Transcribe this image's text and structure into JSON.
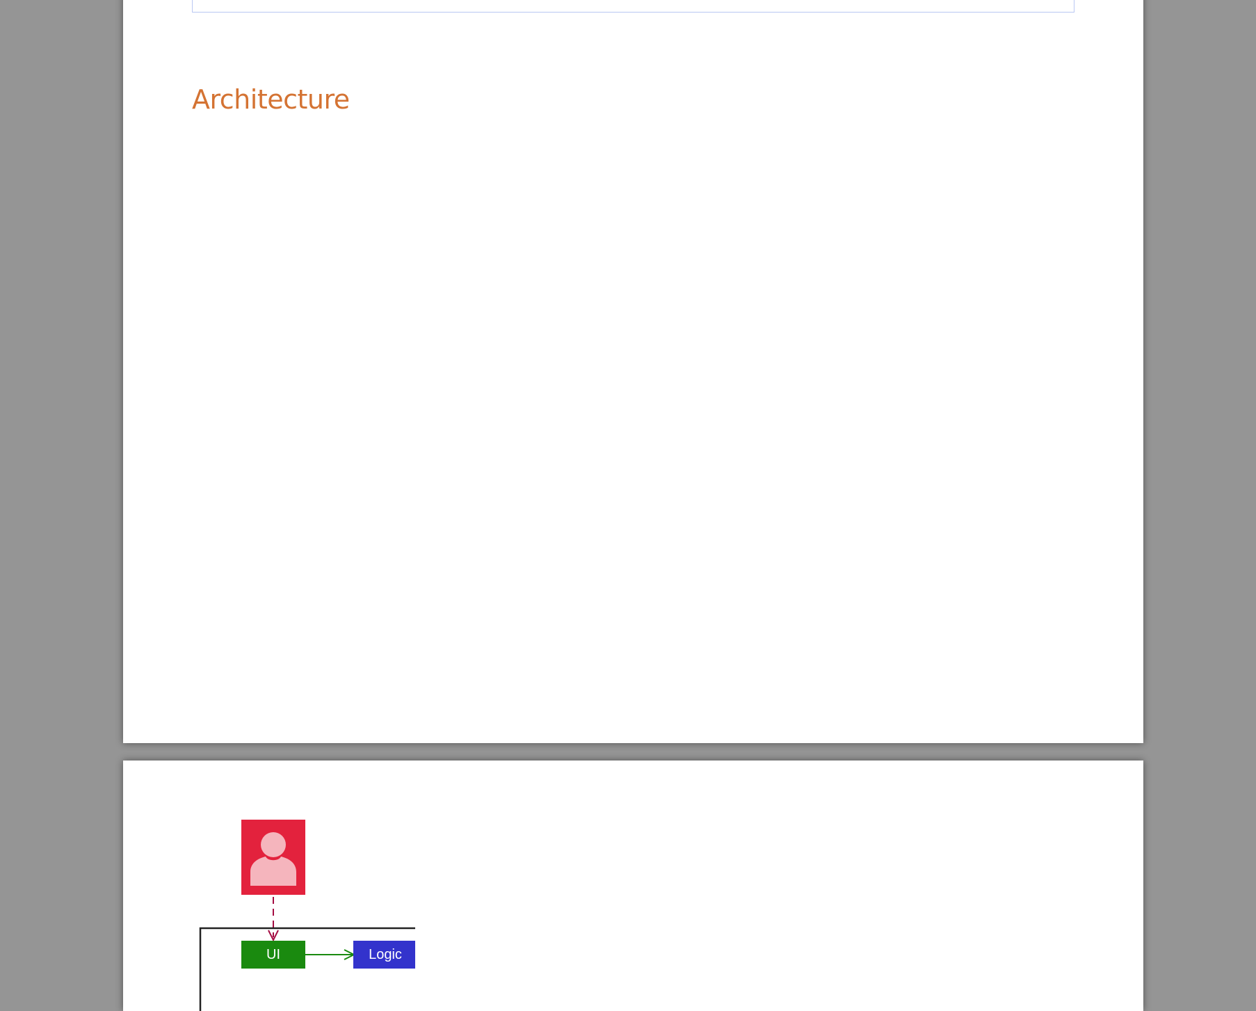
{
  "document": {
    "section_heading": "Architecture"
  },
  "diagram": {
    "user_icon": "user-icon",
    "components": [
      {
        "label": "UI",
        "color": "#1a8a0f"
      },
      {
        "label": "Logic",
        "color": "#3333cc"
      }
    ],
    "colors": {
      "user_box": "#e3223d",
      "user_figure": "#f5b5bd",
      "user_arrow": "#a40c42",
      "ui_to_logic_arrow": "#1a8a0f",
      "container_border": "#222222"
    }
  }
}
